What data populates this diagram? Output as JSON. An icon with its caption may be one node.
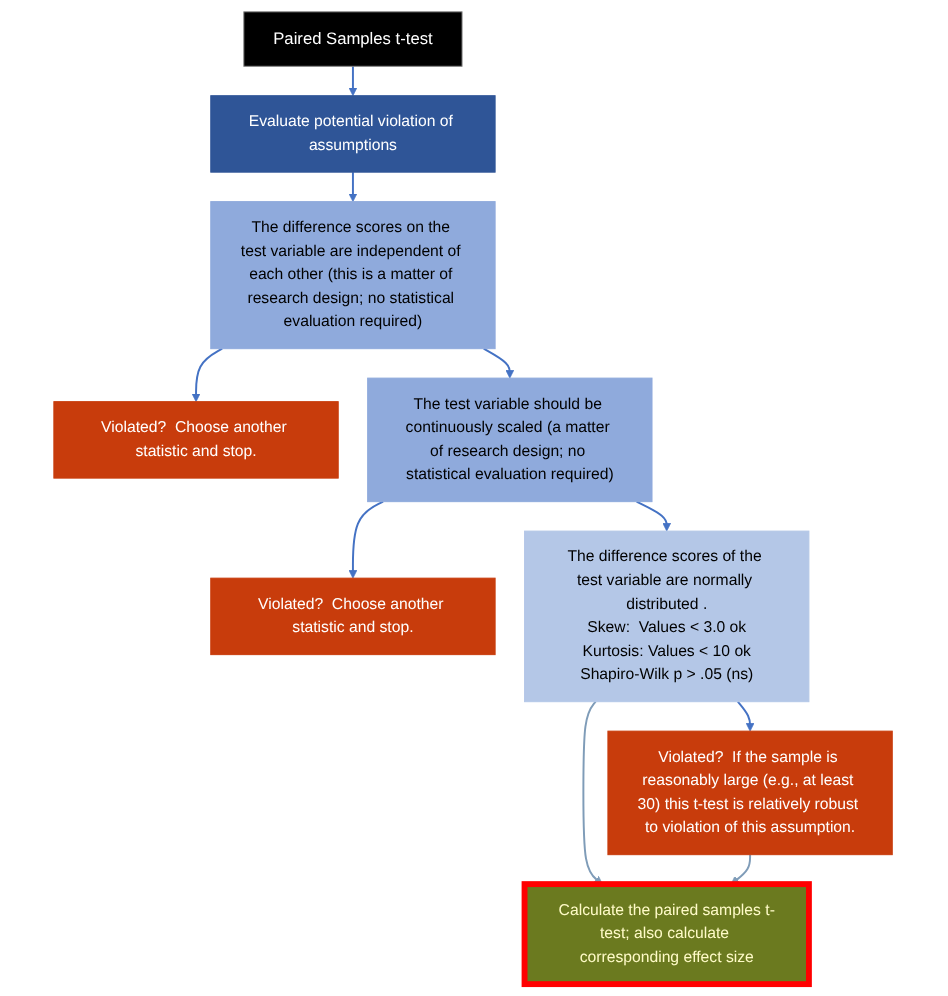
{
  "diagram": {
    "nodes": [
      {
        "text": [
          "Paired Samples t-test"
        ]
      },
      {
        "text": [
          "Evaluate potential violation of assumptions"
        ]
      },
      {
        "text": [
          "The difference scores on the test variable are independent of each other (this is a matter of research design; no statistical evaluation required)"
        ]
      },
      {
        "text": [
          "Violated?  Choose another statistic and stop."
        ]
      },
      {
        "text": [
          "The test variable should be continuously scaled (a matter of research design; no statistical evaluation required)"
        ]
      },
      {
        "text": [
          "Violated?  Choose another statistic and stop."
        ]
      },
      {
        "text": [
          "The difference scores of the test variable are normally distributed .",
          "Skew:  Values < 3.0 ok",
          "Kurtosis: Values < 10 ok",
          "Shapiro-Wilk p > .05 (ns)"
        ]
      },
      {
        "text": [
          "Violated?  If the sample is reasonably large (e.g., at least 30) this t-test is relatively robust to violation of this assumption."
        ]
      },
      {
        "text": [
          "Calculate the paired samples t-test; also calculate corresponding effect size"
        ]
      }
    ],
    "edges": [
      {
        "from": 0,
        "to": 1,
        "arrow": "to"
      },
      {
        "from": 1,
        "to": 2,
        "arrow": "to"
      },
      {
        "from": 2,
        "to": 3,
        "arrow": "to"
      },
      {
        "from": 2,
        "to": 4,
        "arrow": "to"
      },
      {
        "from": 4,
        "to": 5,
        "arrow": "to"
      },
      {
        "from": 4,
        "to": 6,
        "arrow": "to"
      },
      {
        "from": 6,
        "to": 7,
        "arrow": "to"
      },
      {
        "from": 6,
        "to": 8,
        "arrow": "to",
        "color": "#7f9cb8"
      },
      {
        "from": 7,
        "to": 8,
        "arrow": "to",
        "color": "#7f9cb8"
      }
    ]
  }
}
